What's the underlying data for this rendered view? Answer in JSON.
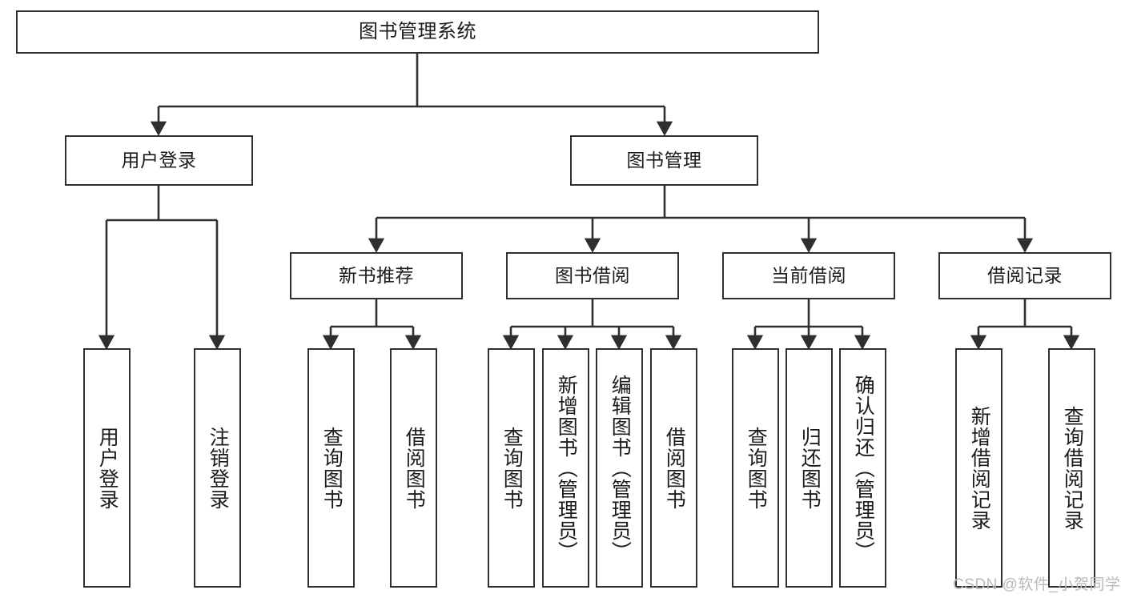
{
  "diagram": {
    "type": "hierarchy-tree",
    "title": "图书管理系统",
    "watermark": "CSDN @软件_小贺同学",
    "colors": {
      "box_border": "#2f2f2f",
      "box_fill": "#ffffff",
      "line": "#2f2f2f",
      "text": "#1c1c1c",
      "watermark": "#b9b9b9"
    },
    "nodes": {
      "root": {
        "label": "图书管理系统"
      },
      "level2": [
        {
          "id": "user-login",
          "label": "用户登录"
        },
        {
          "id": "book-manage",
          "label": "图书管理"
        }
      ],
      "level3": [
        {
          "id": "new-book-recommend",
          "label": "新书推荐"
        },
        {
          "id": "book-borrow",
          "label": "图书借阅"
        },
        {
          "id": "current-borrow",
          "label": "当前借阅"
        },
        {
          "id": "borrow-record",
          "label": "借阅记录"
        }
      ],
      "leaves": {
        "user_login": [
          {
            "id": "leaf-user-login",
            "label": "用户登录"
          },
          {
            "id": "leaf-user-logout",
            "label": "注销登录"
          }
        ],
        "new_book_recommend": [
          {
            "id": "leaf-query-book-1",
            "label": "查询图书"
          },
          {
            "id": "leaf-borrow-book-1",
            "label": "借阅图书"
          }
        ],
        "book_borrow": [
          {
            "id": "leaf-query-book-2",
            "label": "查询图书"
          },
          {
            "id": "leaf-add-book",
            "label": "新增图书（管理员）"
          },
          {
            "id": "leaf-edit-book",
            "label": "编辑图书（管理员）"
          },
          {
            "id": "leaf-borrow-book-2",
            "label": "借阅图书"
          }
        ],
        "current_borrow": [
          {
            "id": "leaf-query-book-3",
            "label": "查询图书"
          },
          {
            "id": "leaf-return-book",
            "label": "归还图书"
          },
          {
            "id": "leaf-confirm-return",
            "label": "确认归还（管理员）"
          }
        ],
        "borrow_record": [
          {
            "id": "leaf-add-record",
            "label": "新增借阅记录"
          },
          {
            "id": "leaf-query-record",
            "label": "查询借阅记录"
          }
        ]
      }
    }
  }
}
